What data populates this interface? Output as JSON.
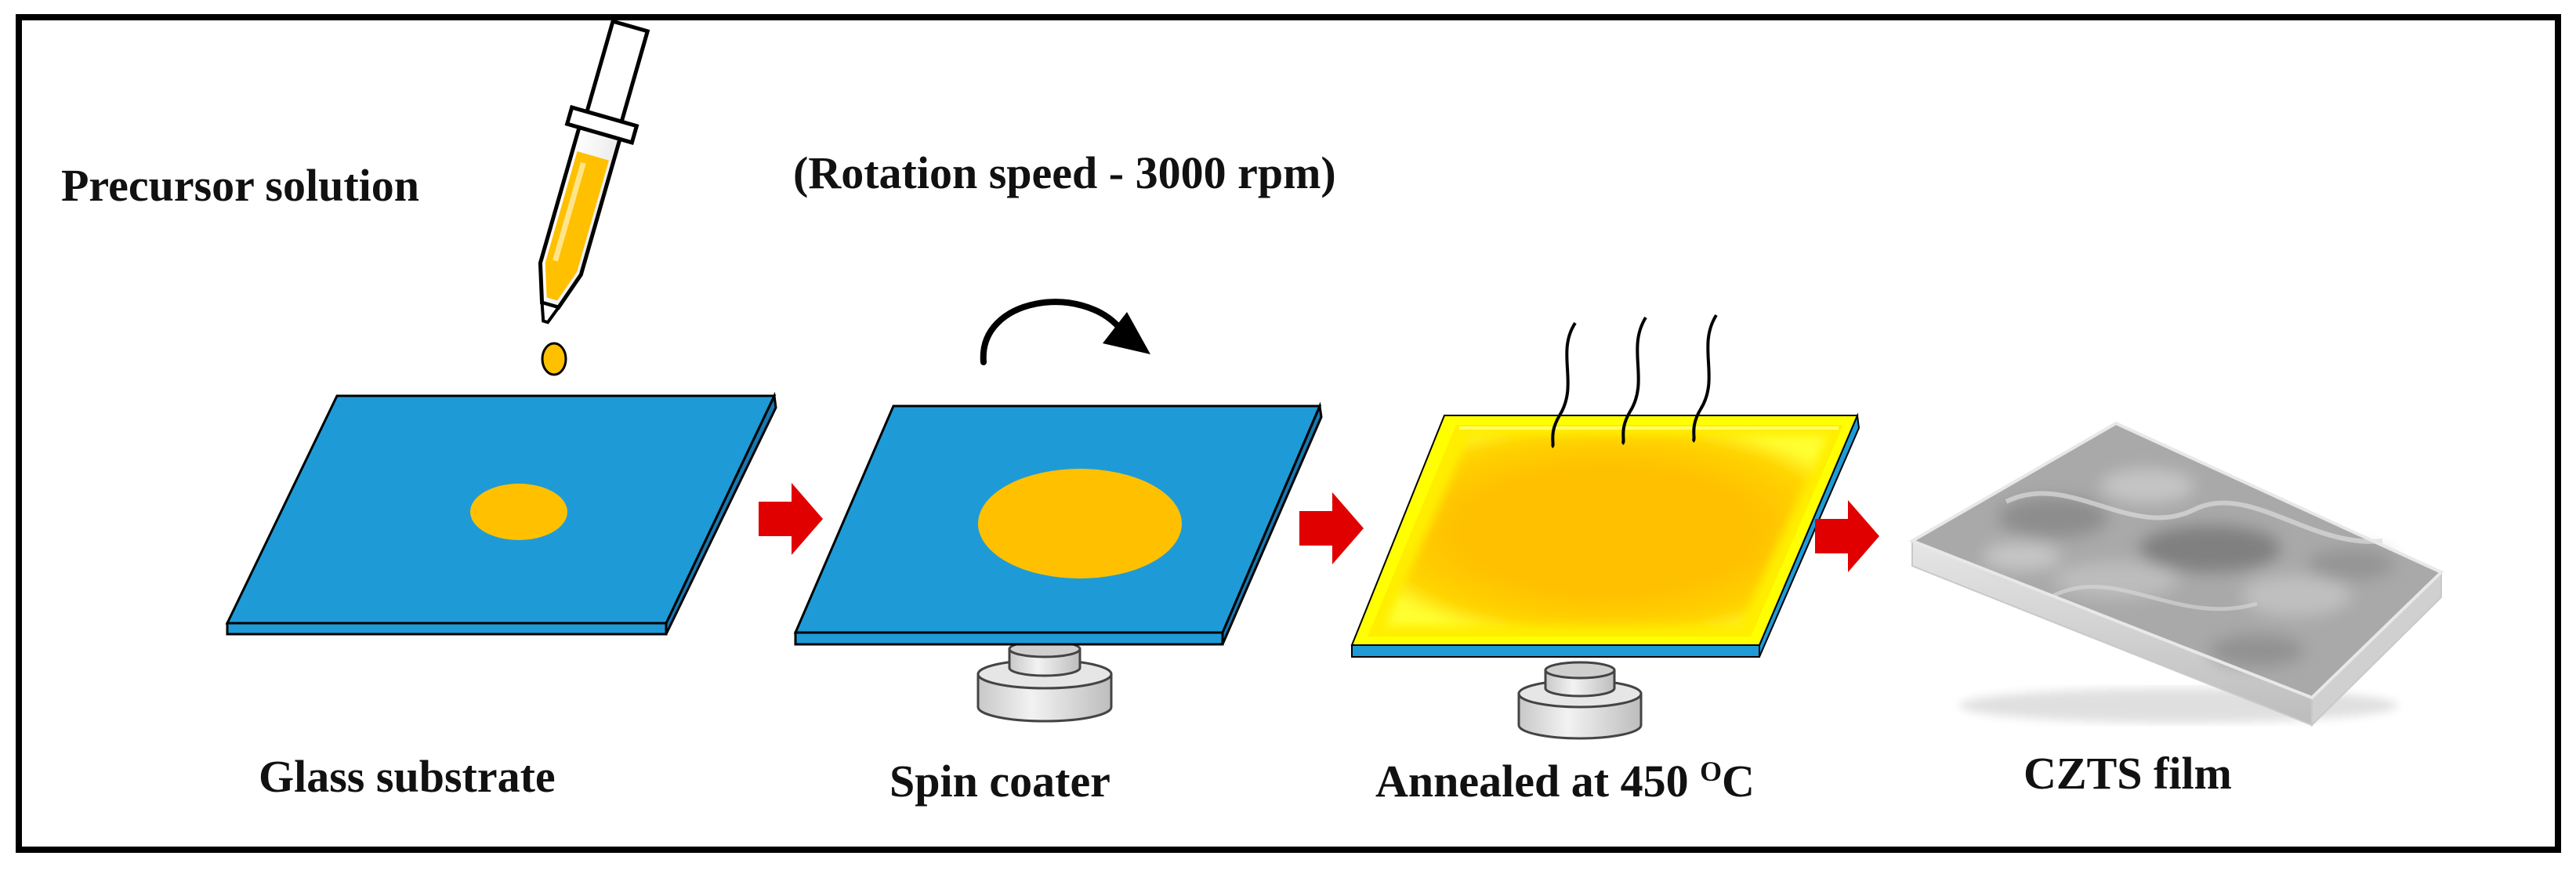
{
  "labels": {
    "precursor": "Precursor  solution",
    "rotation": "(Rotation speed - 3000 rpm)",
    "glass": "Glass substrate",
    "spin": "Spin coater",
    "annealed_prefix": "Annealed at 450 ",
    "annealed_super": "O",
    "annealed_suffix": "C",
    "czts": "CZTS film"
  },
  "colors": {
    "substrate_blue": "#1e9bd7",
    "solution_yellow": "#ffc000",
    "anneal_glow": "#ffff00",
    "arrow_red": "#e00000",
    "border": "#000000",
    "base_gray": "#d9d9d9",
    "film_gray": "#a8a8a8"
  }
}
